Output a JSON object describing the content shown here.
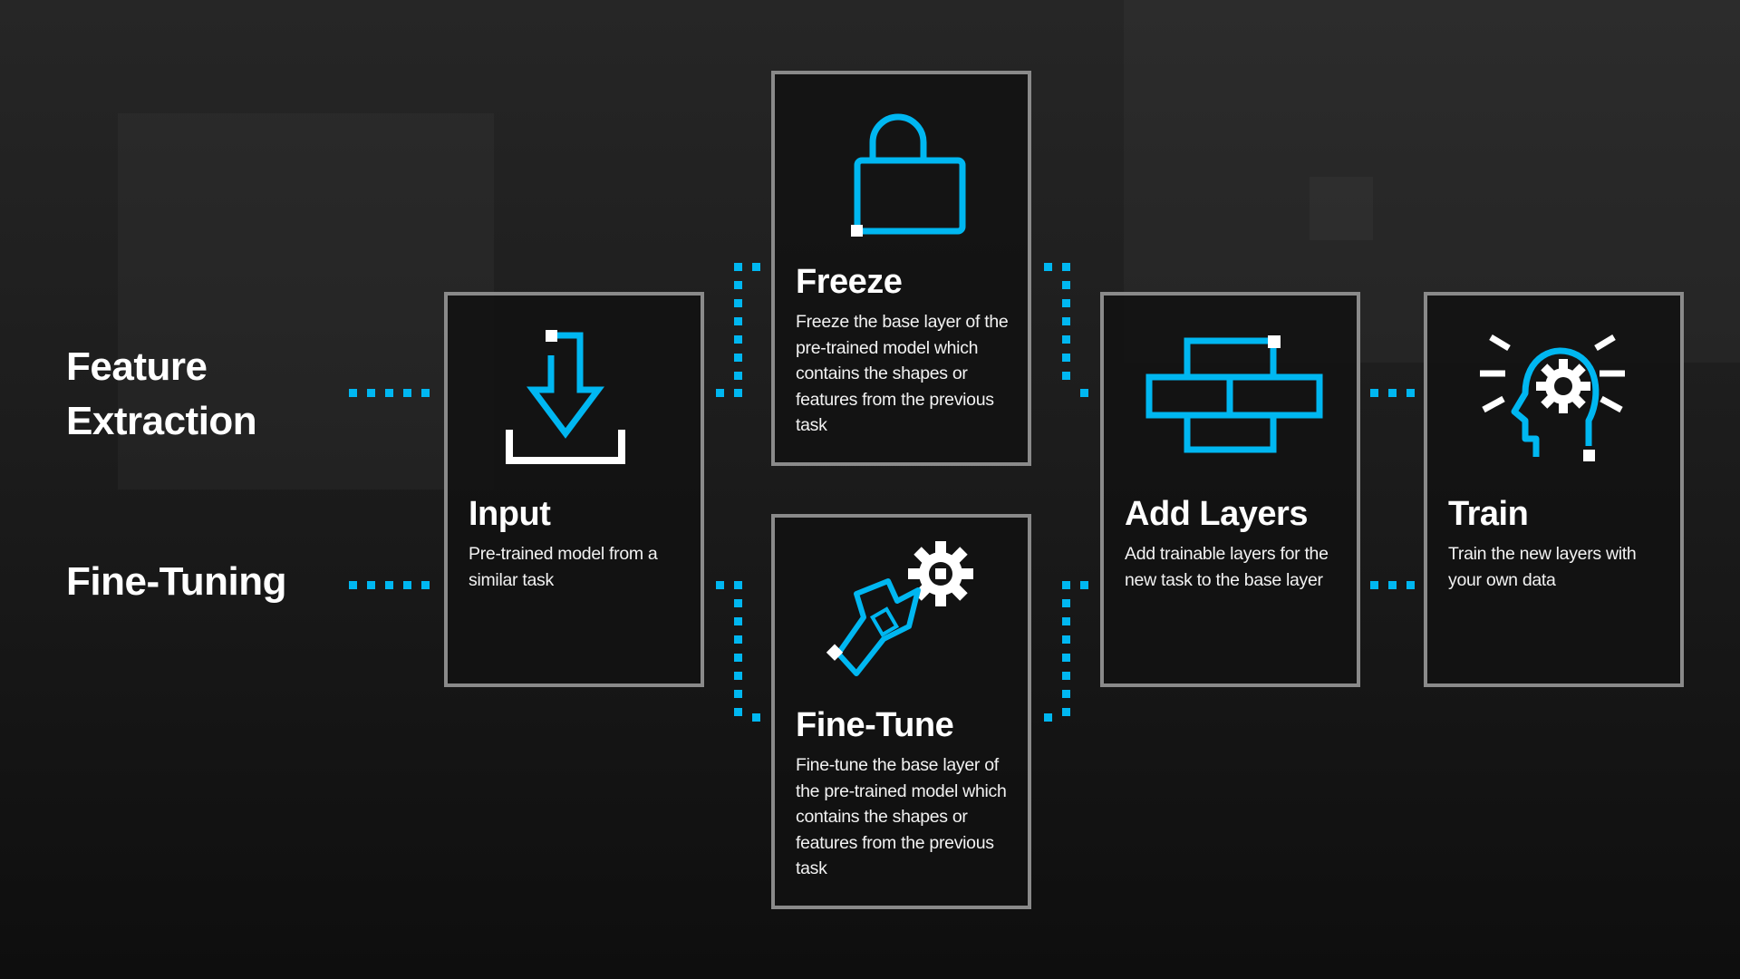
{
  "labels": {
    "feature_extraction": [
      "Feature",
      "Extraction"
    ],
    "fine_tuning": "Fine-Tuning"
  },
  "cards": {
    "input": {
      "title": "Input",
      "desc": "Pre-trained model from a similar task",
      "icon": "download-icon"
    },
    "freeze": {
      "title": "Freeze",
      "desc": "Freeze the base layer of the pre-trained model which contains the shapes or features from the previous task",
      "icon": "lock-icon"
    },
    "finetune": {
      "title": "Fine-Tune",
      "desc": "Fine-tune the base layer of the pre-trained model which contains the shapes or features from the previous task",
      "icon": "wrench-gear-icon"
    },
    "addlayers": {
      "title": "Add Layers",
      "desc": "Add trainable layers for the new task to the base layer",
      "icon": "layers-bricks-icon"
    },
    "train": {
      "title": "Train",
      "desc": "Train the new layers with your own data",
      "icon": "head-gear-icon"
    }
  },
  "colors": {
    "accent": "#00b7f1",
    "border": "#8a8a8a",
    "text": "#ffffff"
  }
}
